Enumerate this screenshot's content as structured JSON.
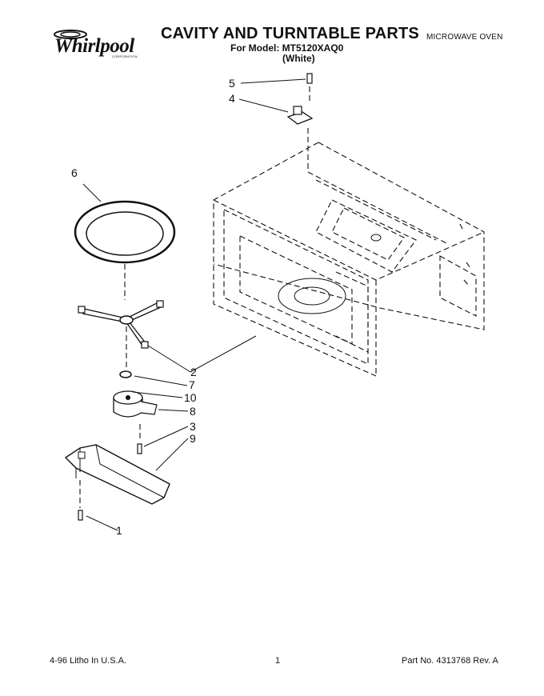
{
  "header": {
    "brand": "Whirlpool",
    "brand_sub": "CORPORATION",
    "title": "CAVITY AND TURNTABLE PARTS",
    "model_line": "For Model: MT5120XAQ0",
    "color": "(White)",
    "category": "MICROWAVE OVEN"
  },
  "diagram": {
    "callouts": [
      "5",
      "4",
      "6",
      "2",
      "7",
      "10",
      "8",
      "3",
      "9",
      "1"
    ]
  },
  "footer": {
    "litho": "4-96 Litho In U.S.A.",
    "page": "1",
    "part_no": "Part No. 4313768 Rev. A"
  }
}
